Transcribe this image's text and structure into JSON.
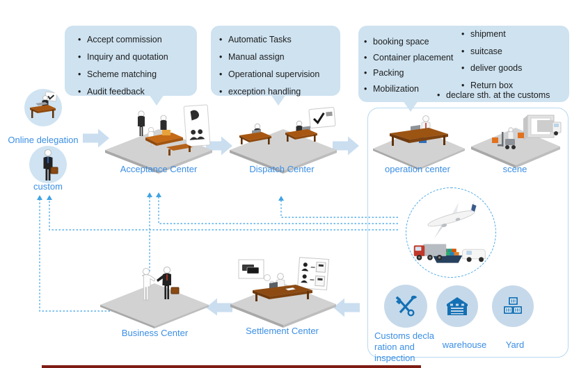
{
  "callouts": [
    {
      "items": [
        "Accept commission",
        "Inquiry and quotation",
        "Scheme matching",
        "Audit feedback"
      ]
    },
    {
      "items": [
        "Automatic Tasks",
        "Manual assign",
        "Operational supervision",
        "exception handling"
      ]
    },
    {
      "left_items": [
        "booking space",
        "Container placement",
        "Packing",
        "Mobilization"
      ],
      "right_items": [
        "shipment",
        "suitcase",
        "deliver goods",
        "Return box"
      ],
      "bottom_item": "declare sth. at the customs"
    }
  ],
  "actors": {
    "online_delegation": "Online delegation",
    "custom": "custom"
  },
  "centers": {
    "acceptance": "Acceptance Center",
    "dispatch": "Dispatch Center",
    "operation": "operation center",
    "scene": "scene",
    "settlement": "Settlement Center",
    "business": "Business Center"
  },
  "facilities": {
    "customs": {
      "lines": [
        "Customs decla",
        "ration and",
        "inspection"
      ]
    },
    "warehouse": "warehouse",
    "yard": "Yard"
  },
  "icons": {
    "customs": "customs-declaration-icon",
    "warehouse": "warehouse-icon",
    "yard": "yard-containers-icon",
    "transport": "multimodal-transport-image",
    "online_delegation": "person-at-desk-icon",
    "custom": "customer-with-briefcase-icon"
  },
  "colors": {
    "callout_bg": "#cee2f0",
    "label_text": "#3a8ee5",
    "callout_text": "#1c1c1c",
    "block_arrow": "#cadef0",
    "dashed_connector": "#55ade8",
    "panel_border": "#b7d9ef",
    "facility_circle_bg": "#c6d9ea",
    "facility_glyph": "#1470b4",
    "actor_circle_bg": "#cfe3f2",
    "bottom_bar": "#7e1c14"
  }
}
